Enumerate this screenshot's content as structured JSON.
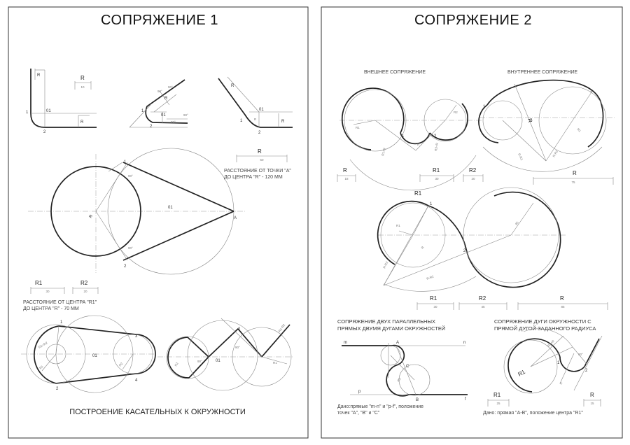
{
  "left": {
    "title": "СОПРЯЖЕНИЕ 1",
    "bottom_caption": "ПОСТРОЕНИЕ КАСАТЕЛЬНЫХ К ОКРУЖНОСТИ",
    "note_a": [
      "РАССТОЯНИЕ ОТ ТОЧКИ \"А\"",
      "ДО ЦЕНТРА \"R\" - 120 ММ"
    ],
    "note_r1": [
      "РАССТОЯНИЕ ОТ ЦЕНТРА \"R1\"",
      "ДО ЦЕНТРА \"R\" - 70 ММ"
    ],
    "dims": {
      "r_top": {
        "label": "R",
        "value": "10"
      },
      "r_mid": {
        "label": "R",
        "value": "50"
      },
      "r1": {
        "label": "R1",
        "value": "30"
      },
      "r2": {
        "label": "R2",
        "value": "20"
      }
    },
    "marks": {
      "one": "1",
      "two": "2",
      "three": "3",
      "four": "4",
      "o1": "01",
      "r": "R",
      "a": "A",
      "deg90": "90°",
      "r1r2": "R1+R2",
      "r1": "R1",
      "r2": "R2",
      "r1r2b": "R1-R2"
    }
  },
  "right": {
    "title": "СОПРЯЖЕНИЕ 2",
    "sub_outer": "ВНЕШНЕЕ СОПРЯЖЕНИЕ",
    "sub_inner": "ВНУТРЕННЕЕ СОПРЯЖЕНИЕ",
    "sub_parallel": [
      "СОПРЯЖЕНИЕ ДВУХ ПАРАЛЛЕЛЬНЫХ",
      "ПРЯМЫХ ДВУМЯ ДУГАМИ ОКРУЖНОСТЕЙ"
    ],
    "sub_arcline": [
      "СОПРЯЖЕНИЕ ДУГИ ОКРУЖНОСТИ С",
      "ПРЯМОЙ ДУГОЙ ЗАДАННОГО РАДИУСА"
    ],
    "given_parallel": [
      "Дано:прямые \"m-n\" и \"p-f\", положение",
      "точек \"А\", \"В\" и \"С\""
    ],
    "given_arcline": "Дано: прямая \"А-В\", положение центра \"R1\"",
    "dims": {
      "r_a": {
        "label": "R",
        "value": "18"
      },
      "r1_a": {
        "label": "R1",
        "value": "30"
      },
      "r2_a": {
        "label": "R2",
        "value": "20"
      },
      "r_b": {
        "label": "R",
        "value": "75"
      },
      "r1_c": {
        "label": "R1",
        "value": "30"
      },
      "r2_c": {
        "label": "R2",
        "value": "45"
      },
      "r_c": {
        "label": "R",
        "value": "85"
      },
      "r1_d": {
        "label": "R1",
        "value": "25"
      },
      "r_d": {
        "label": "R",
        "value": "15"
      }
    },
    "marks": {
      "one": "1",
      "two": "2",
      "r": "R",
      "r1": "R1",
      "r2": "R2",
      "m": "m",
      "n": "n",
      "p": "p",
      "f": "f",
      "a": "A",
      "b": "B",
      "c": "C",
      "r1r": "R1+R",
      "r2r": "R2+R",
      "rr1": "R-R1",
      "rr2": "R-R2",
      "r1rr": "R1+R",
      "rr": "R-R2",
      "deg90": "90°",
      "r85": "85"
    }
  }
}
